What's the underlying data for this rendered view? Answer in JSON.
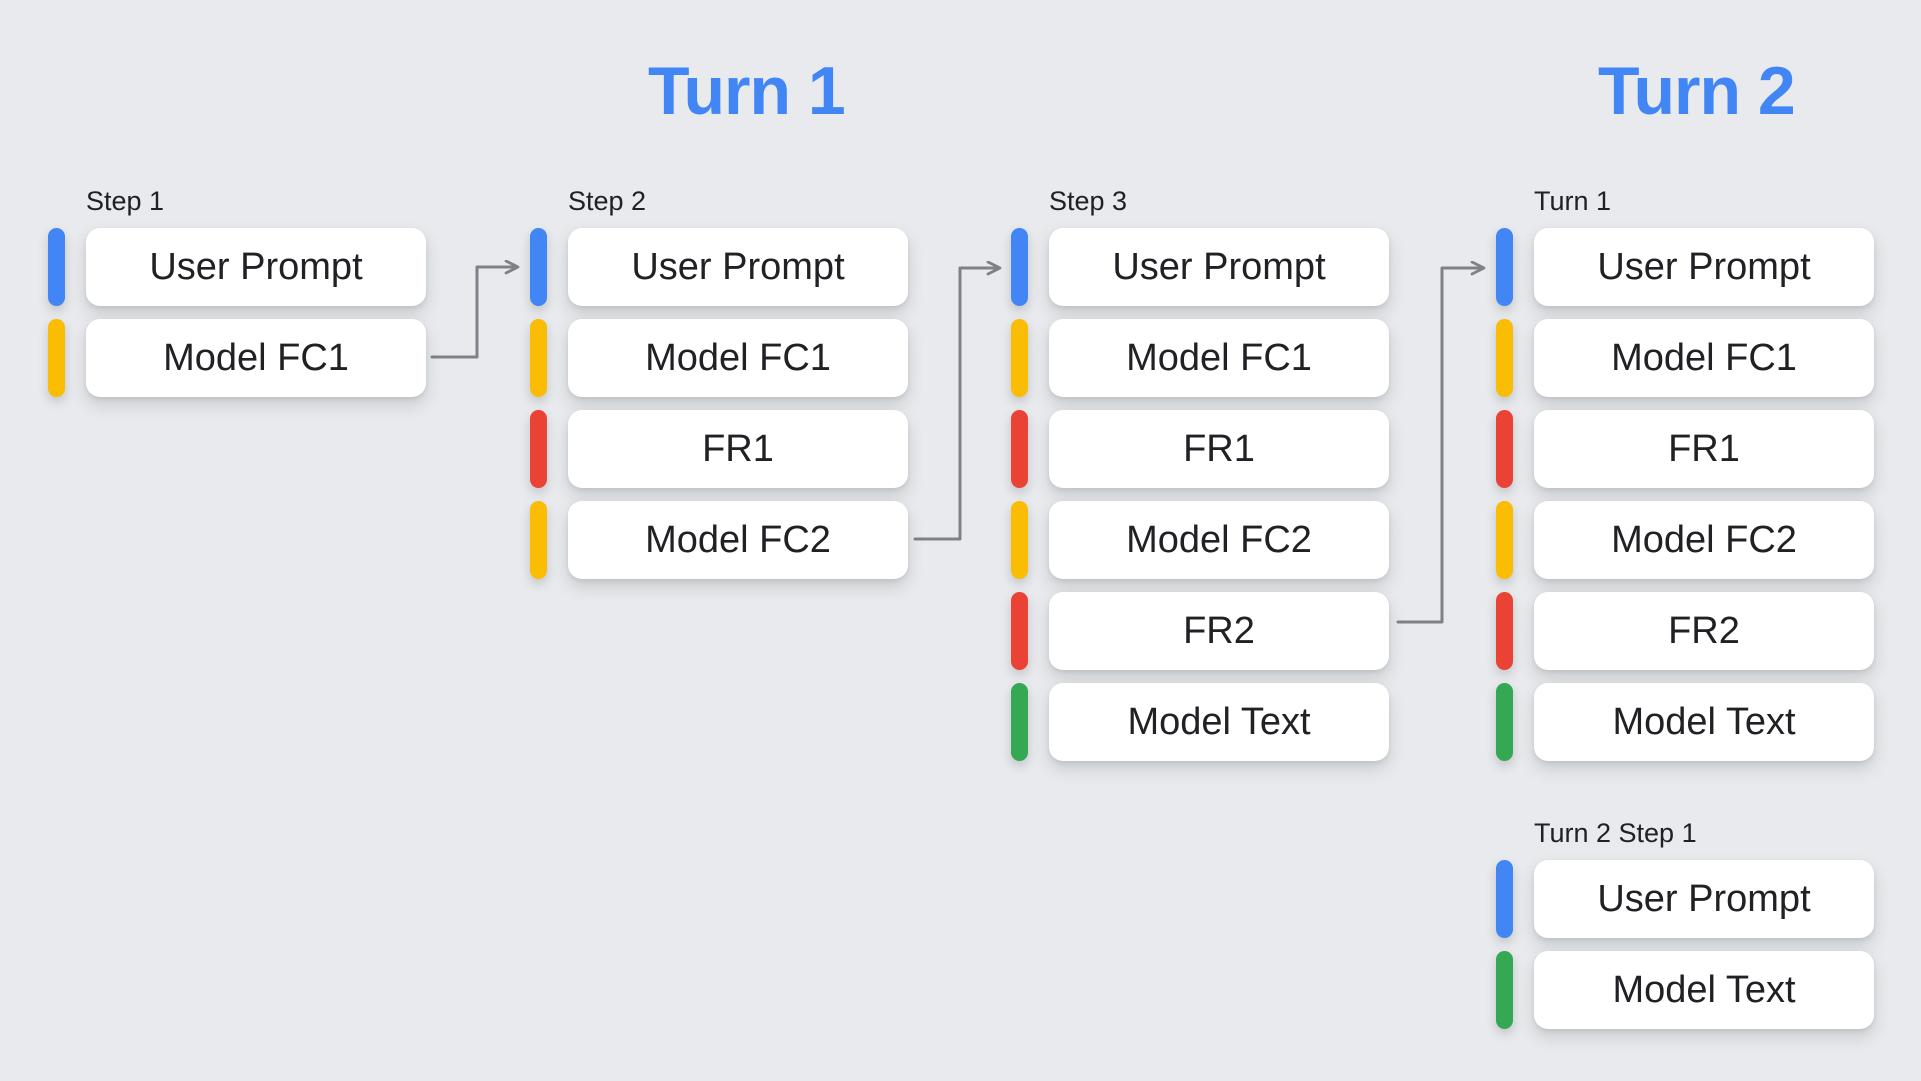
{
  "palette": {
    "background": "#E8EAED",
    "title_blue": "#4285F4",
    "user_prompt_blue": "#4285F4",
    "model_fc_yellow": "#FBBC04",
    "function_response_red": "#EA4335",
    "model_text_green": "#34A853",
    "arrow_gray": "#7E8288",
    "card_white": "#FFFFFF",
    "text_dark": "#202124"
  },
  "titles": {
    "turn1": "Turn 1",
    "turn2": "Turn 2"
  },
  "columns": [
    {
      "label": "Step 1",
      "rows": [
        {
          "label": "User Prompt",
          "color": "#4285F4"
        },
        {
          "label": "Model FC1",
          "color": "#FBBC04"
        }
      ]
    },
    {
      "label": "Step 2",
      "rows": [
        {
          "label": "User Prompt",
          "color": "#4285F4"
        },
        {
          "label": "Model FC1",
          "color": "#FBBC04"
        },
        {
          "label": "FR1",
          "color": "#EA4335"
        },
        {
          "label": "Model FC2",
          "color": "#FBBC04"
        }
      ]
    },
    {
      "label": "Step 3",
      "rows": [
        {
          "label": "User Prompt",
          "color": "#4285F4"
        },
        {
          "label": "Model FC1",
          "color": "#FBBC04"
        },
        {
          "label": "FR1",
          "color": "#EA4335"
        },
        {
          "label": "Model FC2",
          "color": "#FBBC04"
        },
        {
          "label": "FR2",
          "color": "#EA4335"
        },
        {
          "label": "Model Text",
          "color": "#34A853"
        }
      ]
    },
    {
      "label": "Turn 1",
      "rows": [
        {
          "label": "User Prompt",
          "color": "#4285F4"
        },
        {
          "label": "Model FC1",
          "color": "#FBBC04"
        },
        {
          "label": "FR1",
          "color": "#EA4335"
        },
        {
          "label": "Model FC2",
          "color": "#FBBC04"
        },
        {
          "label": "FR2",
          "color": "#EA4335"
        },
        {
          "label": "Model Text",
          "color": "#34A853"
        }
      ]
    },
    {
      "label": "Turn 2 Step 1",
      "rows": [
        {
          "label": "User Prompt",
          "color": "#4285F4"
        },
        {
          "label": "Model Text",
          "color": "#34A853"
        }
      ]
    }
  ],
  "connections": [
    {
      "from": "Step 1 / Model FC1",
      "to": "Step 2 / User Prompt"
    },
    {
      "from": "Step 2 / Model FC2",
      "to": "Step 3 / User Prompt"
    },
    {
      "from": "Step 3 / FR2",
      "to": "Turn 1 / User Prompt"
    }
  ]
}
